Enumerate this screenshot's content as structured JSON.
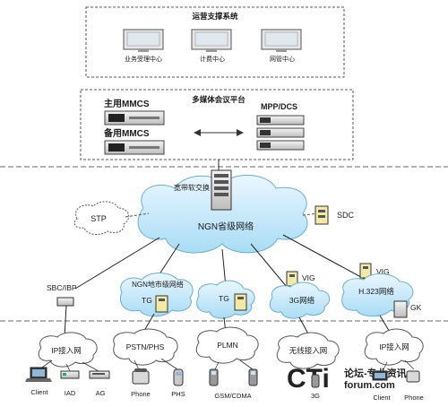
{
  "ops_support": {
    "title": "运营支撑系统",
    "centers": [
      "业务受理中心",
      "计费中心",
      "网管中心"
    ]
  },
  "conference": {
    "title": "多媒体会议平台",
    "primary_mmcs": "主用MMCS",
    "backup_mmcs": "备用MMCS",
    "mpp_dcs": "MPP/DCS"
  },
  "core": {
    "softswitch": "宽带软交换",
    "cloud": "NGN省级网络",
    "stp": "STP",
    "sdc": "SDC"
  },
  "metro": {
    "sbc": "SBC/IBP",
    "ngn_city": "NGN地市级网络",
    "tg1": "TG",
    "tg2": "TG",
    "vig_3g": "VIG",
    "net_3g": "3G网络",
    "vig_h323": "VIG",
    "h323": "H.323网络",
    "gk": "GK"
  },
  "access": {
    "ip_access": "IP接入网",
    "pstn": "PSTN/PHS",
    "plmn": "PLMN",
    "wireless": "无线接入网",
    "ip_access2": "IP接入网"
  },
  "terminals": {
    "client": "Client",
    "iad": "IAD",
    "ag": "AG",
    "phone": "Phone",
    "phs": "PHS",
    "gsm": "GSM/CDMA",
    "g3": "3G",
    "client2": "Client",
    "phone2": "Phone"
  },
  "watermark": {
    "logo": "CTi",
    "line1": "论坛-专业资讯",
    "line2": "forum.com"
  }
}
